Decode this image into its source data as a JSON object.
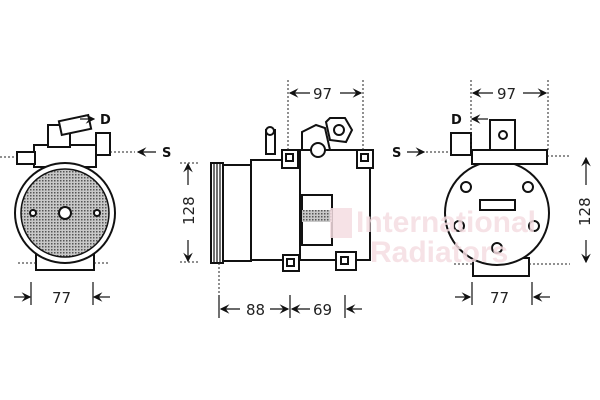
{
  "watermark": {
    "line1": "International",
    "line2": "Radiators"
  },
  "colors": {
    "line": "#111111",
    "watermark": "#f4dde2",
    "pulley_fill": "#9a9a9a"
  },
  "front_view": {
    "discharge_label": "D",
    "suction_label": "S",
    "width_dim": "77",
    "height_dim": "128"
  },
  "side_view": {
    "top_dim": "97",
    "pulley_dim": "88",
    "body_dim": "69"
  },
  "rear_view": {
    "discharge_label": "D",
    "suction_label": "S",
    "top_dim": "97",
    "height_dim": "128",
    "width_dim": "77"
  }
}
